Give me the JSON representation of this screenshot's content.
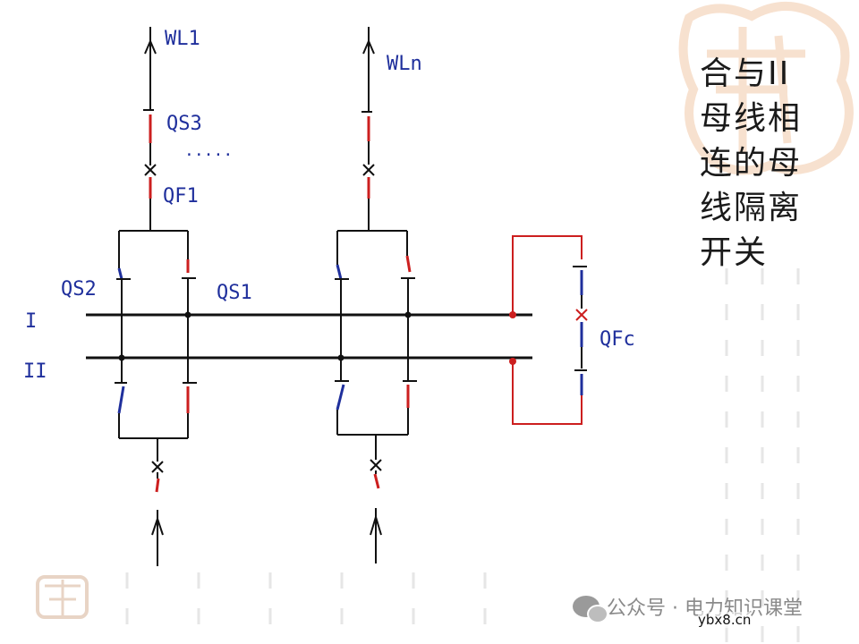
{
  "labels": {
    "wl1": "WL1",
    "wln": "WLn",
    "qs3": "QS3",
    "dots": ".....",
    "qf1": "QF1",
    "qs2": "QS2",
    "qs1": "QS1",
    "bus1": "I",
    "bus2": "II",
    "qfc": "QFc"
  },
  "note": {
    "line1": "合与II",
    "line2": "母线相",
    "line3": "连的母",
    "line4": "线隔离",
    "line5": "开关"
  },
  "watermark": {
    "text": "公众号 · 电力知识课堂",
    "site": "ybx8.cn",
    "icon": "wechat-icon"
  },
  "colors": {
    "black": "#111111",
    "blue": "#1f2f9c",
    "red": "#cc1f1f",
    "ornament": "#f2c9a8"
  }
}
